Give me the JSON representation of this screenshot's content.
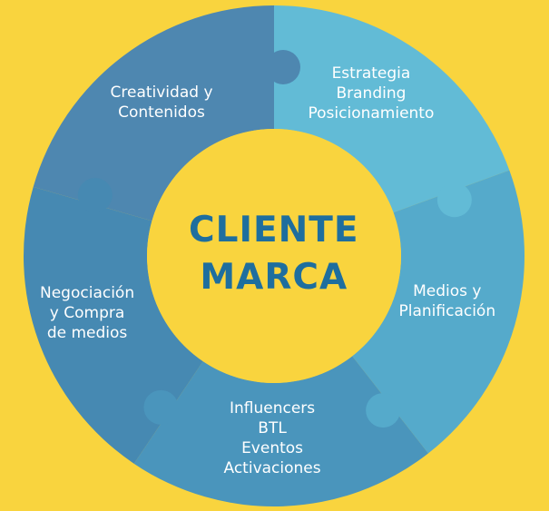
{
  "colors": {
    "background": "#F9D43E",
    "center": "#F9D43E",
    "center_text": "#1E6E9E",
    "segment_text": "#FFFFFF",
    "segments": [
      "#62BBD6",
      "#55AACB",
      "#4A95BC",
      "#4689B2",
      "#4E87B0"
    ]
  },
  "center": {
    "line1": "CLIENTE",
    "line2": "MARCA"
  },
  "segments": [
    {
      "lines": [
        "Estrategia",
        "Branding",
        "Posicionamiento"
      ]
    },
    {
      "lines": [
        "Medios y",
        "Planificación"
      ]
    },
    {
      "lines": [
        "Influencers",
        "BTL",
        "Eventos",
        "Activaciones"
      ]
    },
    {
      "lines": [
        "Negociación",
        "y Compra",
        "de medios"
      ]
    },
    {
      "lines": [
        "Creatividad y",
        "Contenidos"
      ]
    }
  ]
}
